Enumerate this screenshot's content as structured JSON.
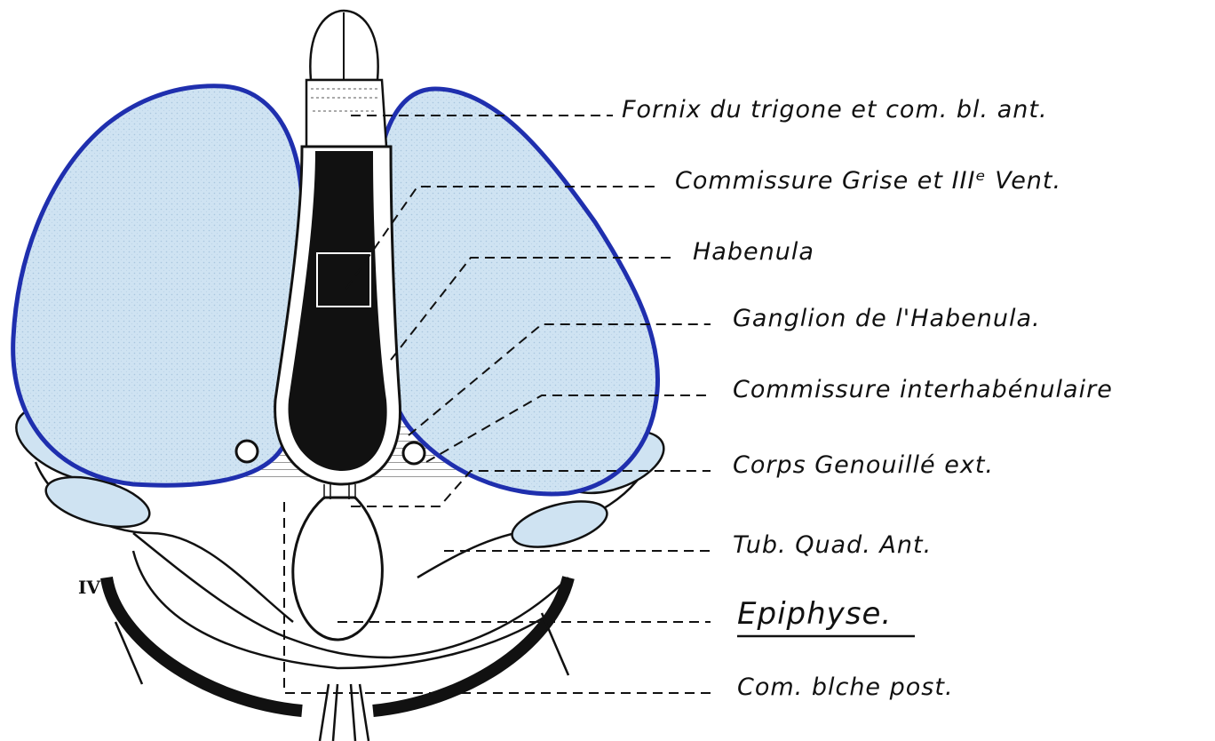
{
  "labels": {
    "fornix": "Fornix du trigone et com. bl. ant.",
    "commissure_grise": "Commissure Grise et IIIᵉ Vent.",
    "habenula": "Habenula",
    "ganglion": "Ganglion de l'Habenula.",
    "interhabenulaire": "Commissure interhabénulaire",
    "genouille": "Corps Genouillé ext.",
    "tub_quad": "Tub. Quad. Ant.",
    "epiphyse": "Epiphyse.",
    "com_post": "Com. blche post.",
    "nerve_iv": "IV"
  },
  "colors": {
    "thalamus_fill": "#cfe3f2",
    "thalamus_outline": "#1f2fae",
    "ink": "#111111"
  }
}
